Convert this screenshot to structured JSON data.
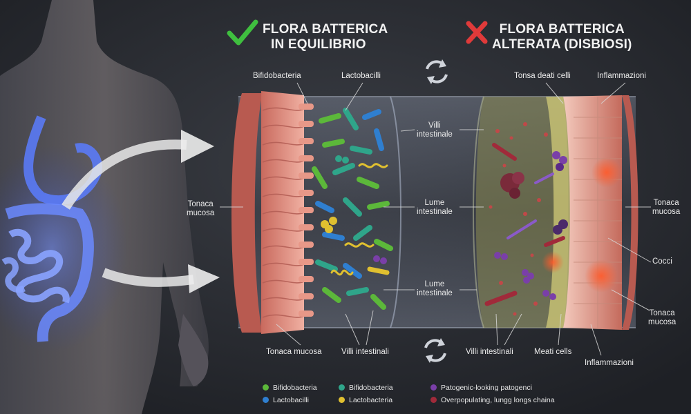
{
  "titles": {
    "healthy_line1": "FLORA BATTERICA",
    "healthy_line2": "IN EQUILIBRIO",
    "dysbiosis_line1": "FLORA BATTERICA",
    "dysbiosis_line2": "ALTERATA (DISBIOSI)"
  },
  "labels": {
    "bifidobacteria": "Bifidobacteria",
    "lactobacilli": "Lactobacilli",
    "villi_intestinale_1": "Villi",
    "villi_intestinale_2": "intestinale",
    "lume_1": "Lume",
    "lume_2": "intestinale",
    "lume_b1": "Lume",
    "lume_b2": "intestinale",
    "tonaca_left_1": "Tonaca",
    "tonaca_left_2": "mucosa",
    "tonaca_mucosa_bottom": "Tonaca mucosa",
    "villi_intestinali_left": "Villi intestinali",
    "villi_intestinali_right": "Villi intestinali",
    "tonsa_deati_celli": "Tonsa deati celli",
    "inflammazioni_top": "Inflammazioni",
    "tonaca_right_1": "Tonaca",
    "tonaca_right_2": "mucosa",
    "cocci": "Cocci",
    "tonaca_right_b1": "Tonaca",
    "tonaca_right_b2": "mucosa",
    "meati_cells": "Meati cells",
    "inflammazioni_bottom": "Inflammazioni"
  },
  "legend": [
    {
      "label": "Bifidobacteria",
      "color": "#5cb83a"
    },
    {
      "label": "Bifidobacteria",
      "color": "#2fa58a"
    },
    {
      "label": "Patogenic-looking patogenci",
      "color": "#7a3fa8"
    },
    {
      "label": "Lactobacilli",
      "color": "#2f7fd0"
    },
    {
      "label": "Lactobacteria",
      "color": "#e0c030"
    },
    {
      "label": "Overpopulating, lungg longs chaina",
      "color": "#a02a3a"
    }
  ],
  "icons": {
    "check": "check-icon",
    "cross": "cross-icon",
    "cycle": "cycle-arrows-icon"
  },
  "colors": {
    "check": "#3fbf3f",
    "cross": "#e03a3a",
    "tissue": "#d98a7e",
    "body_glow": "#3a6cff"
  }
}
